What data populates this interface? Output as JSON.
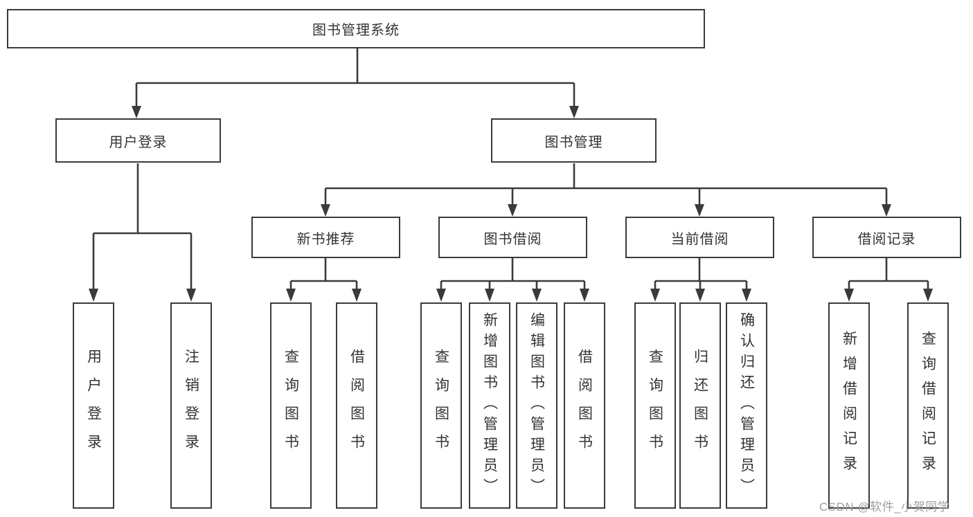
{
  "diagram": {
    "root": {
      "label": "图书管理系统"
    },
    "level2": [
      {
        "label": "用户登录"
      },
      {
        "label": "图书管理"
      }
    ],
    "level3": [
      {
        "label": "新书推荐"
      },
      {
        "label": "图书借阅"
      },
      {
        "label": "当前借阅"
      },
      {
        "label": "借阅记录"
      }
    ],
    "leaves": {
      "user_login": [
        {
          "label": "用户登录"
        },
        {
          "label": "注销登录"
        }
      ],
      "new_book_recommendation": [
        {
          "label": "查询图书"
        },
        {
          "label": "借阅图书"
        }
      ],
      "book_borrowing": [
        {
          "label": "查询图书"
        },
        {
          "label": "新增图书（管理员）"
        },
        {
          "label": "编辑图书（管理员）"
        },
        {
          "label": "借阅图书"
        }
      ],
      "current_borrowing": [
        {
          "label": "查询图书"
        },
        {
          "label": "归还图书"
        },
        {
          "label": "确认归还（管理员）"
        }
      ],
      "borrowing_records": [
        {
          "label": "新增借阅记录"
        },
        {
          "label": "查询借阅记录"
        }
      ]
    },
    "colors": {
      "line": "#3a3a3a",
      "box_border": "#3a3a3a",
      "text": "#333333",
      "background": "#ffffff",
      "watermark": "#9e9e9e"
    }
  },
  "watermark": {
    "text": "CSDN @软件_小贺同学"
  }
}
